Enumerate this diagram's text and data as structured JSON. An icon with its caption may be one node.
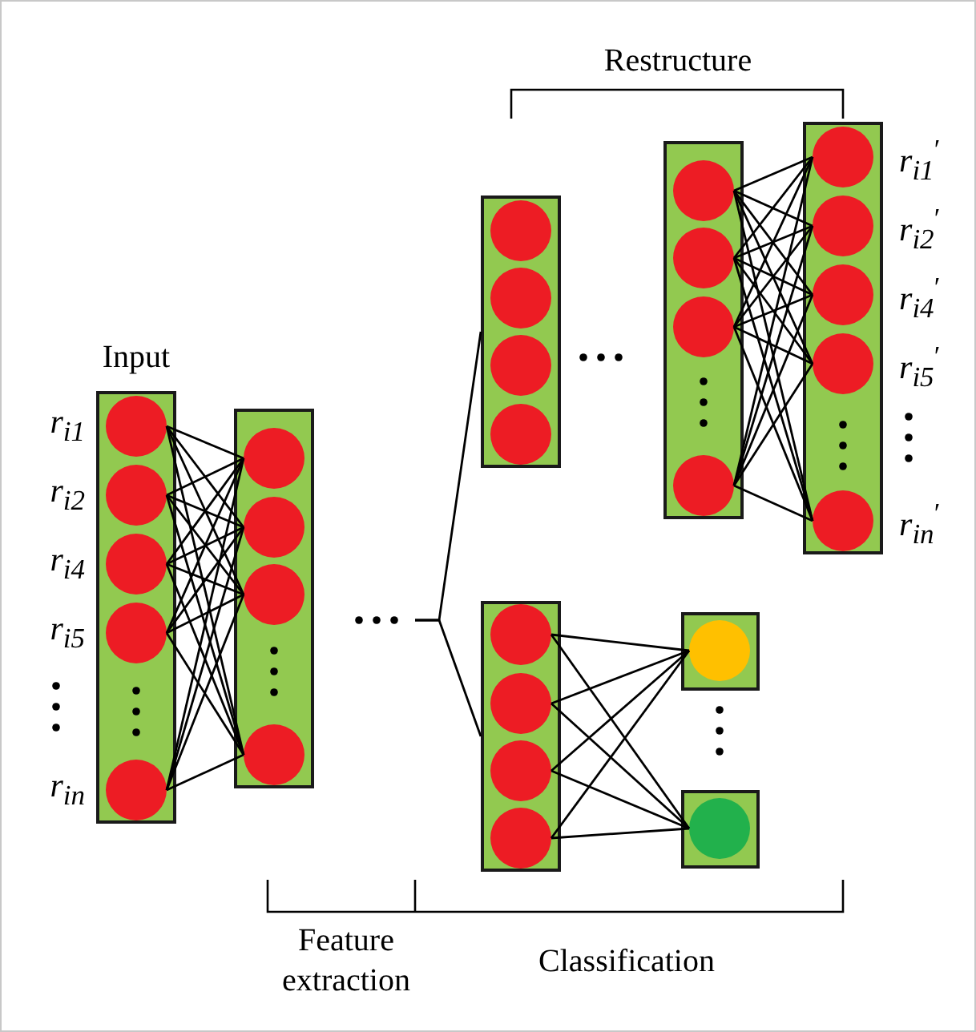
{
  "diagram": {
    "nodes": [
      {
        "text": [
          "Input"
        ]
      },
      {
        "text": [],
        "shape": "circle",
        "in": 0,
        "beside": [
          "*r*$_{i1}$"
        ]
      },
      {
        "text": [],
        "shape": "circle",
        "in": 0,
        "beside": [
          "*r*$_{i2}$"
        ]
      },
      {
        "text": [],
        "shape": "circle",
        "in": 0,
        "beside": [
          "*r*$_{i4}$"
        ]
      },
      {
        "text": [],
        "shape": "circle",
        "in": 0,
        "beside": [
          "*r*$_{i5}$"
        ]
      },
      {
        "text": [],
        "shape": "circle",
        "in": 0,
        "beside": [
          "*r*$_{in}$"
        ]
      },
      {
        "text": [],
        "shape": "bar"
      },
      {
        "text": [],
        "shape": "circle",
        "in": 6
      },
      {
        "text": [],
        "shape": "circle",
        "in": 6
      },
      {
        "text": [],
        "shape": "circle",
        "in": 6
      },
      {
        "text": [],
        "shape": "circle",
        "in": 6
      },
      {
        "text": [],
        "shape": "bar"
      },
      {
        "text": [],
        "shape": "circle",
        "in": 11
      },
      {
        "text": [],
        "shape": "circle",
        "in": 11
      },
      {
        "text": [],
        "shape": "circle",
        "in": 11
      },
      {
        "text": [],
        "shape": "circle",
        "in": 11
      },
      {
        "text": [],
        "shape": "bar"
      },
      {
        "text": [],
        "shape": "circle",
        "in": 16
      },
      {
        "text": [],
        "shape": "circle",
        "in": 16
      },
      {
        "text": [],
        "shape": "circle",
        "in": 16
      },
      {
        "text": [],
        "shape": "circle",
        "in": 16
      },
      {
        "text": [],
        "shape": "bar"
      },
      {
        "text": [],
        "shape": "circle",
        "in": 21,
        "beside": [
          "*r*$_{i1}$$^{′}$"
        ]
      },
      {
        "text": [],
        "shape": "circle",
        "in": 21,
        "beside": [
          "*r*$_{i2}$$^{′}$"
        ]
      },
      {
        "text": [],
        "shape": "circle",
        "in": 21,
        "beside": [
          "*r*$_{i4}$$^{′}$"
        ]
      },
      {
        "text": [],
        "shape": "circle",
        "in": 21,
        "beside": [
          "*r*$_{i5}$$^{′}$"
        ]
      },
      {
        "text": [],
        "shape": "circle",
        "in": 21,
        "beside": [
          "*r*$_{in}$$^{′}$"
        ]
      },
      {
        "text": [],
        "shape": "bar"
      },
      {
        "text": [],
        "shape": "circle",
        "in": 27
      },
      {
        "text": [],
        "shape": "circle",
        "in": 27
      },
      {
        "text": [],
        "shape": "circle",
        "in": 27
      },
      {
        "text": [],
        "shape": "circle",
        "in": 27
      },
      {
        "text": [],
        "shape": "box"
      },
      {
        "text": [],
        "shape": "circle",
        "in": 32
      },
      {
        "text": [],
        "shape": "box"
      },
      {
        "text": [],
        "shape": "circle",
        "in": 34
      }
    ],
    "edges": [
      {
        "from": 1,
        "to": 7,
        "arrow": "none"
      },
      {
        "from": 1,
        "to": 8,
        "arrow": "none"
      },
      {
        "from": 1,
        "to": 9,
        "arrow": "none"
      },
      {
        "from": 1,
        "to": 10,
        "arrow": "none"
      },
      {
        "from": 2,
        "to": 7,
        "arrow": "none"
      },
      {
        "from": 2,
        "to": 8,
        "arrow": "none"
      },
      {
        "from": 2,
        "to": 9,
        "arrow": "none"
      },
      {
        "from": 2,
        "to": 10,
        "arrow": "none"
      },
      {
        "from": 3,
        "to": 7,
        "arrow": "none"
      },
      {
        "from": 3,
        "to": 8,
        "arrow": "none"
      },
      {
        "from": 3,
        "to": 9,
        "arrow": "none"
      },
      {
        "from": 3,
        "to": 10,
        "arrow": "none"
      },
      {
        "from": 4,
        "to": 7,
        "arrow": "none"
      },
      {
        "from": 4,
        "to": 8,
        "arrow": "none"
      },
      {
        "from": 4,
        "to": 9,
        "arrow": "none"
      },
      {
        "from": 4,
        "to": 10,
        "arrow": "none"
      },
      {
        "from": 5,
        "to": 7,
        "arrow": "none"
      },
      {
        "from": 5,
        "to": 8,
        "arrow": "none"
      },
      {
        "from": 5,
        "to": 9,
        "arrow": "none"
      },
      {
        "from": 5,
        "to": 10,
        "arrow": "none"
      },
      {
        "from": null,
        "to": 11,
        "arrow": "none"
      },
      {
        "from": null,
        "to": 27,
        "arrow": "none"
      },
      {
        "from": 17,
        "to": 22,
        "arrow": "none"
      },
      {
        "from": 17,
        "to": 23,
        "arrow": "none"
      },
      {
        "from": 17,
        "to": 24,
        "arrow": "none"
      },
      {
        "from": 17,
        "to": 25,
        "arrow": "none"
      },
      {
        "from": 17,
        "to": 26,
        "arrow": "none"
      },
      {
        "from": 18,
        "to": 22,
        "arrow": "none"
      },
      {
        "from": 18,
        "to": 23,
        "arrow": "none"
      },
      {
        "from": 18,
        "to": 24,
        "arrow": "none"
      },
      {
        "from": 18,
        "to": 25,
        "arrow": "none"
      },
      {
        "from": 18,
        "to": 26,
        "arrow": "none"
      },
      {
        "from": 19,
        "to": 22,
        "arrow": "none"
      },
      {
        "from": 19,
        "to": 23,
        "arrow": "none"
      },
      {
        "from": 19,
        "to": 24,
        "arrow": "none"
      },
      {
        "from": 19,
        "to": 25,
        "arrow": "none"
      },
      {
        "from": 19,
        "to": 26,
        "arrow": "none"
      },
      {
        "from": 20,
        "to": 22,
        "arrow": "none"
      },
      {
        "from": 20,
        "to": 23,
        "arrow": "none"
      },
      {
        "from": 20,
        "to": 24,
        "arrow": "none"
      },
      {
        "from": 20,
        "to": 25,
        "arrow": "none"
      },
      {
        "from": 20,
        "to": 26,
        "arrow": "none"
      },
      {
        "from": 28,
        "to": 33,
        "arrow": "none"
      },
      {
        "from": 28,
        "to": 35,
        "arrow": "none"
      },
      {
        "from": 29,
        "to": 33,
        "arrow": "none"
      },
      {
        "from": 29,
        "to": 35,
        "arrow": "none"
      },
      {
        "from": 30,
        "to": 33,
        "arrow": "none"
      },
      {
        "from": 30,
        "to": 35,
        "arrow": "none"
      },
      {
        "from": 31,
        "to": 33,
        "arrow": "none"
      },
      {
        "from": 31,
        "to": 35,
        "arrow": "none"
      }
    ],
    "labels": [
      "Restructure",
      "Feature extraction",
      "Classification"
    ]
  }
}
